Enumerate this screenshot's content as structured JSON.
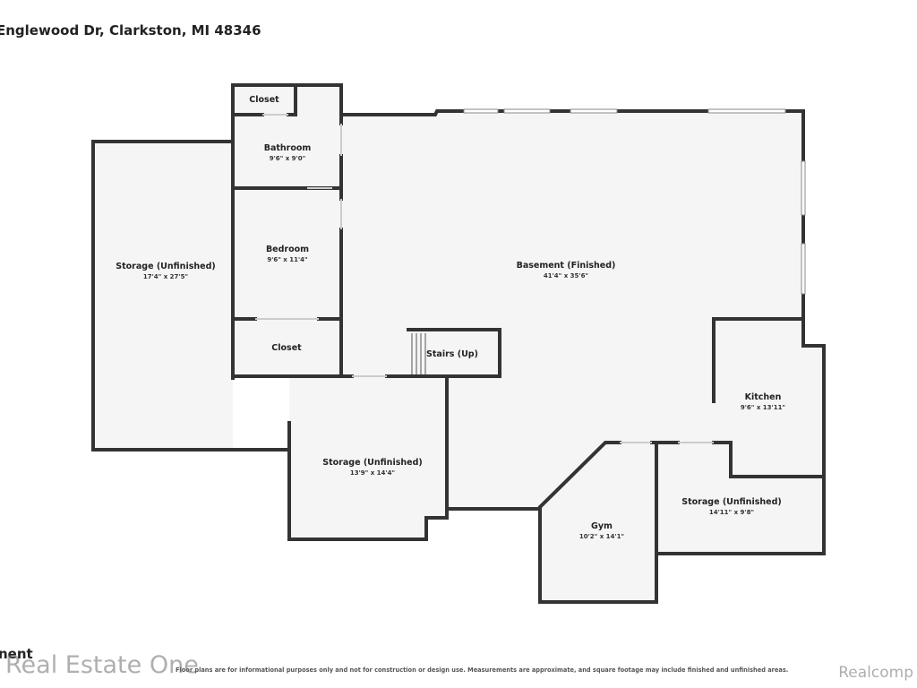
{
  "address": "Englewood Dr, Clarkston, MI 48346",
  "level_label": "nent",
  "disclaimer": "Floor plans are for informational purposes only and not for construction or design use. Measurements are approximate, and square footage may include finished and unfinished areas.",
  "watermark_left": "Real Estate One",
  "watermark_right": "Realcomp",
  "colors": {
    "wall": "#333333",
    "floor": "#f5f5f5",
    "window": "#ffffff"
  },
  "rooms": {
    "closet_top": {
      "name": "Closet",
      "dims": ""
    },
    "bathroom": {
      "name": "Bathroom",
      "dims": "9'6\" x 9'0\""
    },
    "bedroom": {
      "name": "Bedroom",
      "dims": "9'6\" x 11'4\""
    },
    "closet_bottom": {
      "name": "Closet",
      "dims": ""
    },
    "storage_left": {
      "name": "Storage (Unfinished)",
      "dims": "17'4\" x 27'5\""
    },
    "basement": {
      "name": "Basement (Finished)",
      "dims": "41'4\" x 35'6\""
    },
    "stairs": {
      "name": "Stairs (Up)",
      "dims": ""
    },
    "kitchen": {
      "name": "Kitchen",
      "dims": "9'6\" x 13'11\""
    },
    "storage_mid": {
      "name": "Storage (Unfinished)",
      "dims": "13'9\" x 14'4\""
    },
    "gym": {
      "name": "Gym",
      "dims": "10'2\" x 14'1\""
    },
    "storage_right": {
      "name": "Storage (Unfinished)",
      "dims": "14'11\" x 9'8\""
    }
  }
}
